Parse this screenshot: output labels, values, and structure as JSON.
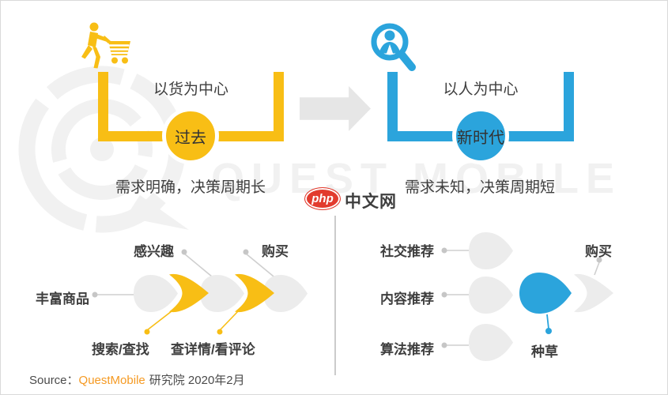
{
  "comparison": {
    "past": {
      "title": "以货为中心",
      "badge": "过去",
      "caption": "需求明确，决策周期长"
    },
    "new_era": {
      "title": "以人为中心",
      "badge": "新时代",
      "caption": "需求未知，决策周期短"
    }
  },
  "journey_goods": {
    "side_label": "丰富商品",
    "top_labels": [
      "感兴趣",
      "购买"
    ],
    "bottom_labels": [
      "搜索/查找",
      "查详情/看评论"
    ]
  },
  "journey_people": {
    "left_labels": [
      "社交推荐",
      "内容推荐",
      "算法推荐"
    ],
    "top_label": "购买",
    "bottom_label": "种草"
  },
  "watermark": {
    "brand": "QUEST MOBILE",
    "site_badge": "php",
    "site_name": "中文网"
  },
  "source": {
    "prefix": "Source：",
    "brand": "QuestMobile",
    "suffix": "研究院 2020年2月"
  },
  "colors": {
    "yellow": "#F8BE15",
    "blue": "#2BA4DC",
    "gray_shape": "#ECECEC",
    "connector_gray": "#CFCFCF",
    "text": "#3E3E3E",
    "orange": "#F59A23",
    "watermark": "#F1F1F1",
    "php_red": "#E23B2E"
  }
}
